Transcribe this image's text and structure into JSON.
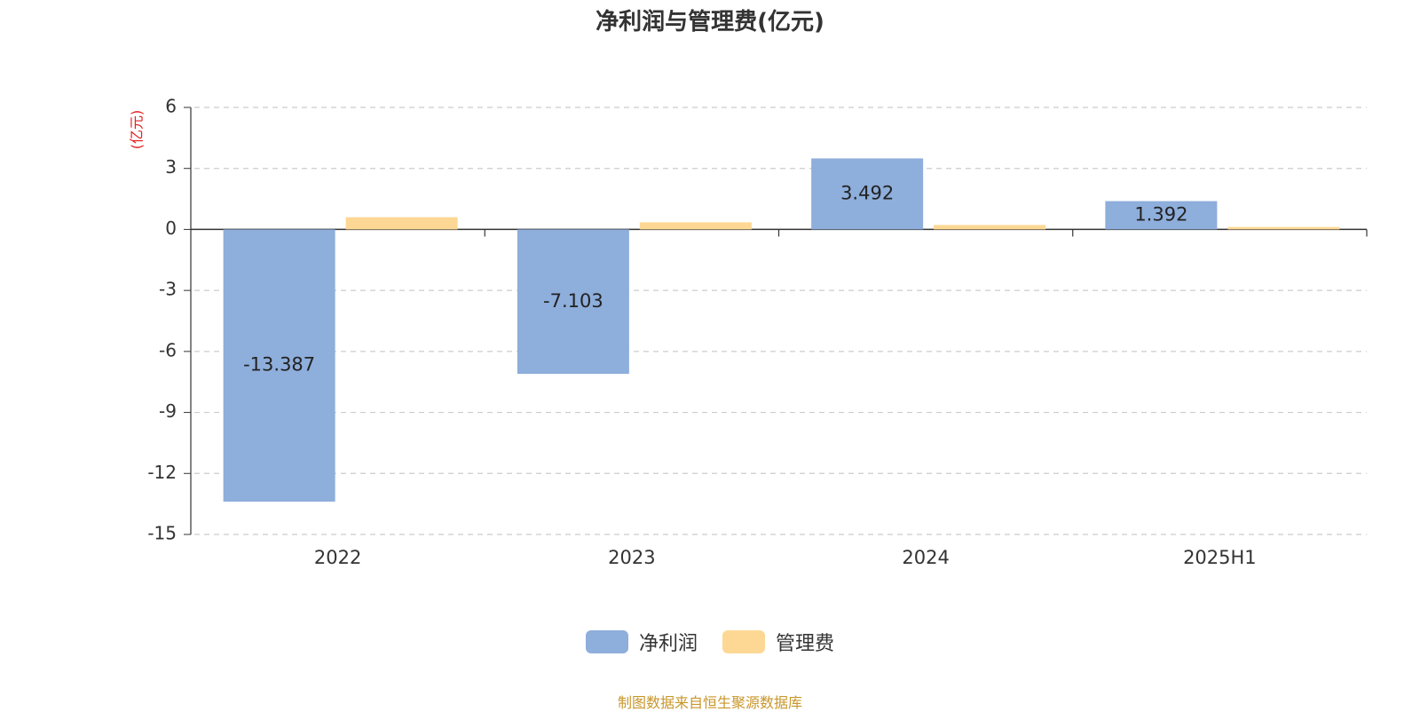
{
  "chart_data": {
    "type": "bar",
    "title": "净利润与管理费(亿元)",
    "ylabel": "(亿元)",
    "xlabel": "",
    "categories": [
      "2022",
      "2023",
      "2024",
      "2025H1"
    ],
    "series": [
      {
        "name": "净利润",
        "values": [
          -13.387,
          -7.103,
          3.492,
          1.392
        ],
        "labels": [
          "-13.387",
          "-7.103",
          "3.492",
          "1.392"
        ],
        "color": "#8eaedb"
      },
      {
        "name": "管理费",
        "values": [
          0.6,
          0.35,
          0.22,
          0.12
        ],
        "color": "#fdd894"
      }
    ],
    "ylim": [
      -15,
      6
    ],
    "yticks": [
      6,
      3,
      0,
      -3,
      -6,
      -9,
      -12,
      -15
    ],
    "grid": true,
    "legend_position": "bottom-center"
  },
  "colors": {
    "title": "#333333",
    "ylabel": "#e02020",
    "source": "#c8962a",
    "grid": "#cccccc",
    "axis": "#333333"
  },
  "source_note": "制图数据来自恒生聚源数据库"
}
